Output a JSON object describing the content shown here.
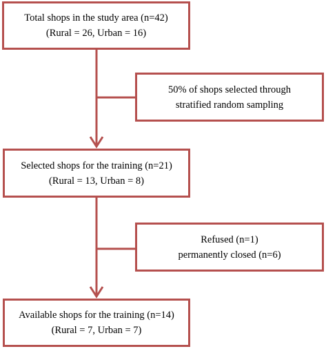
{
  "colors": {
    "box_border": "#b5504e",
    "arrow": "#b5504e",
    "text": "#000000",
    "background": "#ffffff"
  },
  "flowchart": {
    "total_shops": {
      "line1": "Total shops in the study area (n=42)",
      "line2": "(Rural = 26, Urban = 16)"
    },
    "sampling": {
      "line1": "50% of shops selected through",
      "line2": "stratified random sampling"
    },
    "selected_shops": {
      "line1": "Selected shops for the training (n=21)",
      "line2": "(Rural = 13, Urban = 8)"
    },
    "excluded": {
      "line1": "Refused (n=1)",
      "line2": "permanently closed (n=6)"
    },
    "available_shops": {
      "line1": "Available shops for the training (n=14)",
      "line2": "(Rural = 7, Urban = 7)"
    }
  }
}
